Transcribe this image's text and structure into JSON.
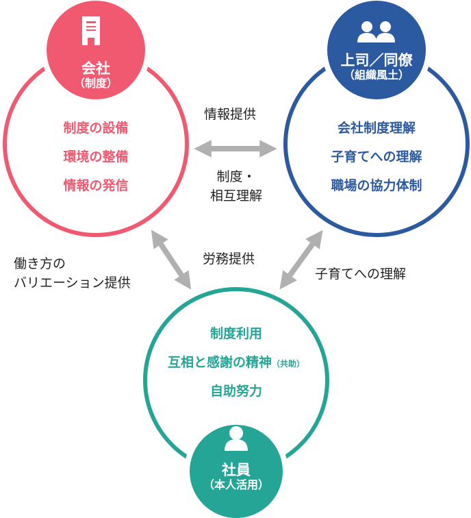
{
  "colors": {
    "company": "#f0596f",
    "colleagues": "#2c5aa0",
    "employee": "#24a596",
    "arrow": "#b0b0b0",
    "text": "#222222"
  },
  "nodes": {
    "company": {
      "icon": "building-icon",
      "title": "会社",
      "subtitle": "（制度）",
      "items": [
        "制度の設備",
        "環境の整備",
        "情報の発信"
      ]
    },
    "colleagues": {
      "icon": "people-icon",
      "title": "上司／同僚",
      "subtitle": "（組織風土）",
      "items": [
        "会社制度理解",
        "子育てへの理解",
        "職場の協力体制"
      ]
    },
    "employee": {
      "icon": "person-icon",
      "title": "社員",
      "subtitle": "（本人活用）",
      "items": [
        "制度利用",
        "互相と感謝の精神",
        "自助努力"
      ],
      "item2_suffix": "（共助）"
    }
  },
  "relations": {
    "company_colleagues_top": "情報提供",
    "company_colleagues_bottom_1": "制度・",
    "company_colleagues_bottom_2": "相互理解",
    "company_employee_1": "働き方の",
    "company_employee_2": "バリエーション提供",
    "employee_to_company": "労務提供",
    "colleagues_employee": "子育てへの理解"
  }
}
